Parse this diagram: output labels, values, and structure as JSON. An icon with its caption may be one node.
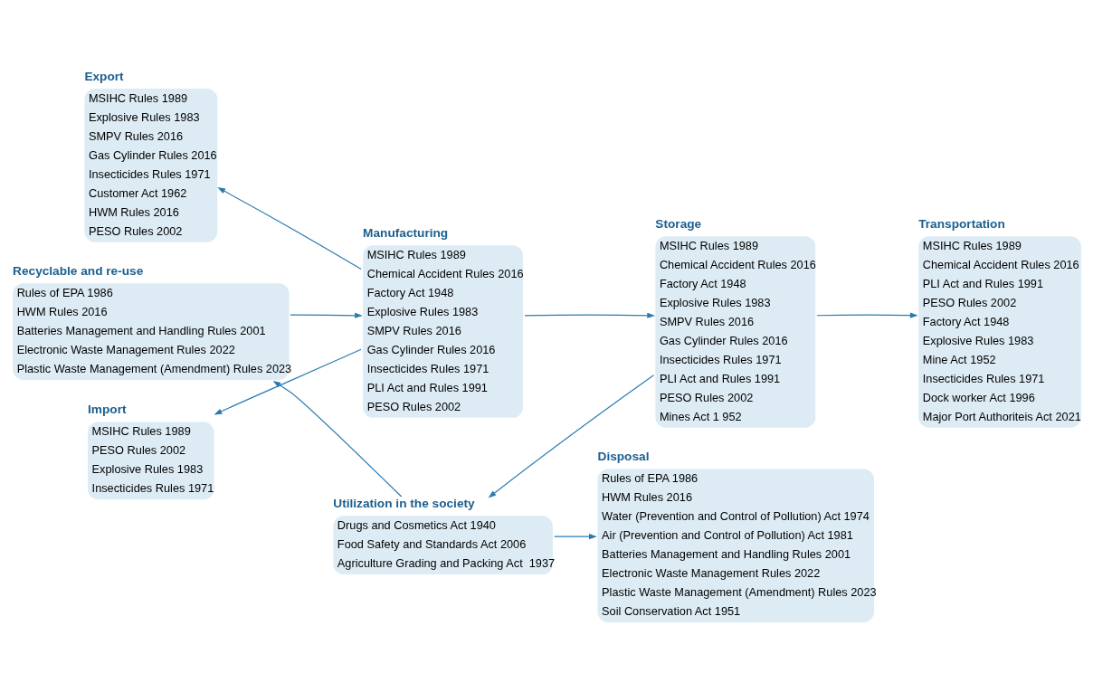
{
  "diagram": {
    "nodes": [
      {
        "text": [
          "Export",
          "MSIHC Rules 1989",
          "Explosive Rules 1983",
          "SMPV Rules 2016",
          "Gas Cylinder Rules 2016",
          "Insecticides Rules 1971",
          "Customer Act 1962",
          "HWM Rules 2016",
          "PESO Rules 2002"
        ]
      },
      {
        "text": [
          "Manufacturing",
          "MSIHC Rules 1989",
          "Chemical Accident Rules 2016",
          "Factory Act 1948",
          "Explosive Rules 1983",
          "SMPV Rules 2016",
          "Gas Cylinder Rules 2016",
          "Insecticides Rules 1971",
          "PLI Act and Rules 1991",
          "PESO Rules 2002"
        ]
      },
      {
        "text": [
          "Storage",
          "MSIHC Rules 1989",
          "Chemical Accident Rules 2016",
          "Factory Act 1948",
          "Explosive Rules 1983",
          "SMPV Rules 2016",
          "Gas Cylinder Rules 2016",
          "Insecticides Rules 1971",
          "PLI Act and Rules 1991",
          "PESO Rules 2002",
          "Mines Act 1 952"
        ]
      },
      {
        "text": [
          "Transportation",
          "MSIHC Rules 1989",
          "Chemical Accident Rules 2016",
          "PLI Act and Rules 1991",
          "PESO Rules 2002",
          "Factory Act 1948",
          "Explosive Rules 1983",
          "Mine Act 1952",
          "Insecticides Rules 1971",
          "Dock worker Act 1996",
          "Major Port Authoriteis Act 2021"
        ]
      },
      {
        "text": [
          "Import",
          "MSIHC Rules 1989",
          "PESO Rules 2002",
          "Explosive Rules 1983",
          "Insecticides Rules 1971"
        ]
      },
      {
        "text": [
          "Recyclable and re-use",
          "Rules of EPA 1986",
          "HWM Rules 2016",
          "Batteries Management and Handling Rules 2001",
          "Electronic Waste Management Rules 2022",
          "Plastic Waste Management (Amendment) Rules 2023"
        ]
      },
      {
        "text": [
          "Utilization in the society",
          "Drugs and Cosmetics Act 1940",
          "Food Safety and Standards Act 2006",
          "Agriculture Grading and Packing Act  1937"
        ]
      },
      {
        "text": [
          "Disposal",
          "Rules of EPA 1986",
          "HWM Rules 2016",
          "Water (Prevention and Control of Pollution) Act 1974",
          "Air (Prevention and Control of Pollution) Act 1981",
          "Batteries Management and Handling Rules 2001",
          "Electronic Waste Management Rules 2022",
          "Plastic Waste Management (Amendment) Rules 2023",
          "Soil Conservation Act 1951"
        ]
      }
    ],
    "edges": [
      {
        "from": 1,
        "to": 0,
        "arrow": "to"
      },
      {
        "from": 1,
        "to": 4,
        "arrow": "to"
      },
      {
        "from": 1,
        "to": 2,
        "arrow": "to"
      },
      {
        "from": 2,
        "to": 3,
        "arrow": "to"
      },
      {
        "from": 2,
        "to": 6,
        "arrow": "to"
      },
      {
        "from": 6,
        "to": 5,
        "arrow": "to"
      },
      {
        "from": 6,
        "to": 7,
        "arrow": "to"
      },
      {
        "from": 5,
        "to": 1,
        "arrow": "to"
      }
    ]
  }
}
